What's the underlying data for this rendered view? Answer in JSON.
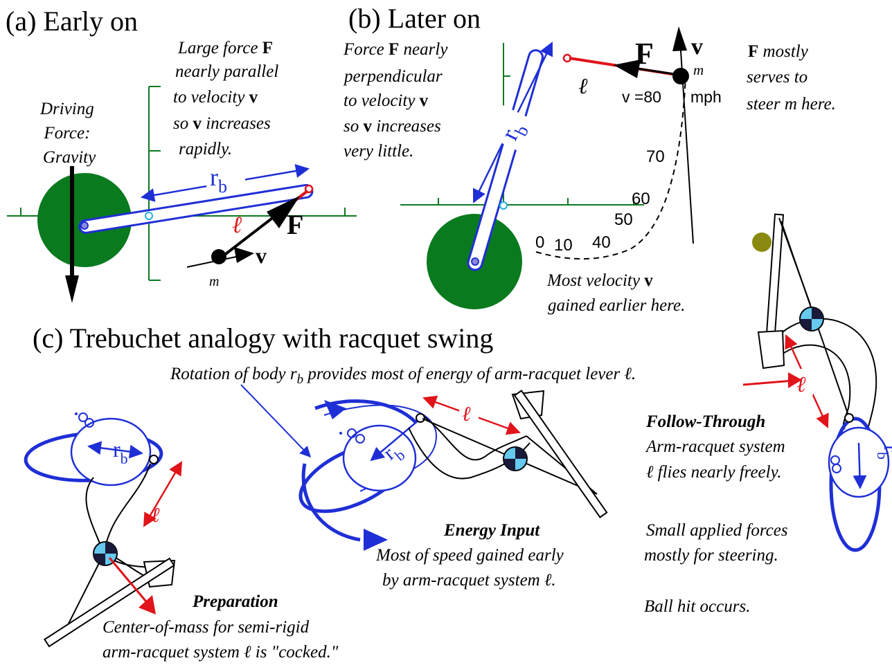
{
  "panels": {
    "a": {
      "title": "(a) Early on",
      "driving_force": [
        "Driving",
        "Force:",
        "Gravity"
      ],
      "note": {
        "l1_a": "Large force ",
        "l1_b": "F",
        "l2": "nearly parallel",
        "l3_a": "to velocity ",
        "l3_b": "v",
        "l4_a": "so ",
        "l4_b": "v",
        "l4_c": " increases",
        "l5": "rapidly."
      },
      "labels": {
        "rb": "r",
        "rb_sub": "b",
        "ell": "ℓ",
        "F": "F",
        "v": "v",
        "m": "m"
      }
    },
    "b": {
      "title": "(b) Later on",
      "note": {
        "l1_a": "Force ",
        "l1_b": "F",
        "l1_c": " nearly",
        "l2": "perpendicular",
        "l3_a": "to velocity ",
        "l3_b": "v",
        "l4_a": "so ",
        "l4_b": "v",
        "l4_c": " increases",
        "l5": "very little."
      },
      "steer_note": {
        "l1_a": "F",
        "l1_b": "  mostly",
        "l2": "serves  to",
        "l3": "steer m here."
      },
      "velocity_note": {
        "l1_a": "Most velocity ",
        "l1_b": "v",
        "l2": "gained earlier here."
      },
      "labels": {
        "rb": "r",
        "rb_sub": "b",
        "ell": "ℓ",
        "F": "F",
        "v": "v",
        "m": "m",
        "speed_prefix": "v =80",
        "speed_unit": "mph"
      },
      "speed_ticks": [
        "0",
        "10",
        "40",
        "50",
        "60",
        "70"
      ]
    },
    "c": {
      "title": "(c) Trebuchet  analogy with racquet swing",
      "rotation_note": "Rotation of body r",
      "rotation_note_sub": "b",
      "rotation_note_end": " provides most of energy of arm-racquet lever ℓ.",
      "preparation": {
        "heading": "Preparation",
        "l1": "Center-of-mass for semi-rigid",
        "l2": "arm-racquet system ℓ is \"cocked.\""
      },
      "energy_input": {
        "heading": "Energy Input",
        "l1": "Most of speed gained early",
        "l2": "by arm-racquet system ℓ."
      },
      "follow_through": {
        "heading": "Follow-Through",
        "l1": "Arm-racquet system",
        "l2": "ℓ  flies nearly freely.",
        "l3": "Small applied forces",
        "l4": "mostly for steering.",
        "l5": "Ball hit occurs."
      },
      "labels": {
        "rb": "r",
        "rb_sub": "b",
        "ell": "ℓ"
      }
    }
  },
  "colors": {
    "counterweight": "#0a7a1f",
    "beam": "#1f2fd6",
    "red": "#e0141a",
    "axis": "#0a7a1f",
    "ball": "#8a8a10",
    "black": "#000000"
  }
}
